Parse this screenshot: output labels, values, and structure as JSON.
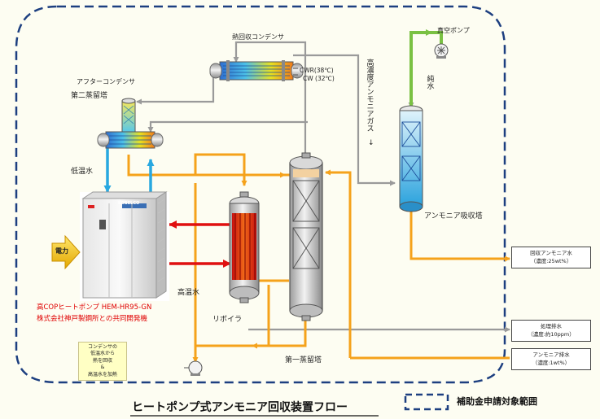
{
  "labels": {
    "heat_recovery_condenser": "熱回収コンデンサ",
    "vacuum_pump": "真空ポンプ",
    "after_condenser": "アフターコンデンサ",
    "second_column": "第二蒸留塔",
    "cwr": "CWR(38℃)",
    "cw": "CW (32℃)",
    "high_conc_gas": "高濃度アンモニアガス",
    "gas_arrow": "↓",
    "pure_water": "純水",
    "low_temp_water": "低温水",
    "absorber": "アンモニア吸収塔",
    "power": "電力",
    "high_temp_water": "高温水",
    "reboiler": "リボイラ",
    "first_column": "第一蒸留塔"
  },
  "outputs": {
    "recovered": {
      "title": "回収アンモニア水",
      "detail": "（濃度:25wt%）"
    },
    "treated": {
      "title": "処理排水",
      "detail": "（濃度:約10ppm）"
    },
    "raw": {
      "title": "アンモニア排水",
      "detail": "（濃度:1wt%）"
    }
  },
  "heat_pump": {
    "line1": "高COPヒートポンプ HEM-HR95-GN",
    "line2": "株式会社神戸製鋼所との共同開発機",
    "brand": "KOBELCO"
  },
  "note": {
    "line1": "コンデンサの",
    "line2": "低温水から",
    "line3": "熱を回収",
    "line4": "&",
    "line5": "高温水を加熱"
  },
  "title": "ヒートポンプ式アンモニア回収装置フロー",
  "legend": "補助金申請対象範囲",
  "colors": {
    "orange_pipe": "#f5a21b",
    "gray_pipe": "#9a9a9a",
    "red_arrow": "#e01010",
    "blue_pipe": "#29a8e0",
    "green_pipe": "#7ac143",
    "dashed_boundary": "#1d3f80"
  }
}
